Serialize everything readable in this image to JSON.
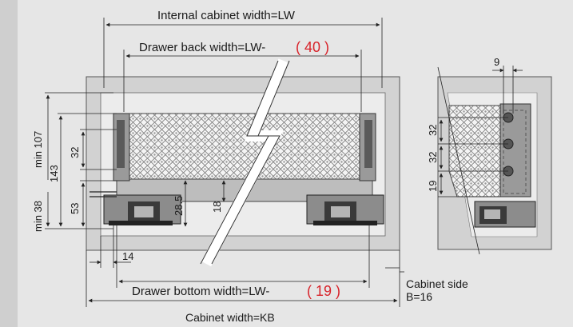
{
  "labels": {
    "internal_width": "Internal cabinet width=LW",
    "drawer_back_prefix": "Drawer back width=LW-",
    "drawer_back_value": "( 40 )",
    "drawer_bottom_prefix": "Drawer bottom width=LW-",
    "drawer_bottom_value": "( 19 )",
    "cabinet_width": "Cabinet width=KB",
    "cabinet_side_line1": "Cabinet side",
    "cabinet_side_line2": "B=16"
  },
  "dims": {
    "min107": "min 107",
    "d143": "143",
    "d32_left": "32",
    "min38": "min 38",
    "d53": "53",
    "d28_5": "28.5",
    "d18": "18",
    "d14": "14",
    "d9": "9",
    "d32_side_a": "32",
    "d32_side_b": "32",
    "d19": "19"
  },
  "colors": {
    "background": "#e6e6e6",
    "cabinet": "#d4d4d4",
    "accent": "#d8232a"
  }
}
